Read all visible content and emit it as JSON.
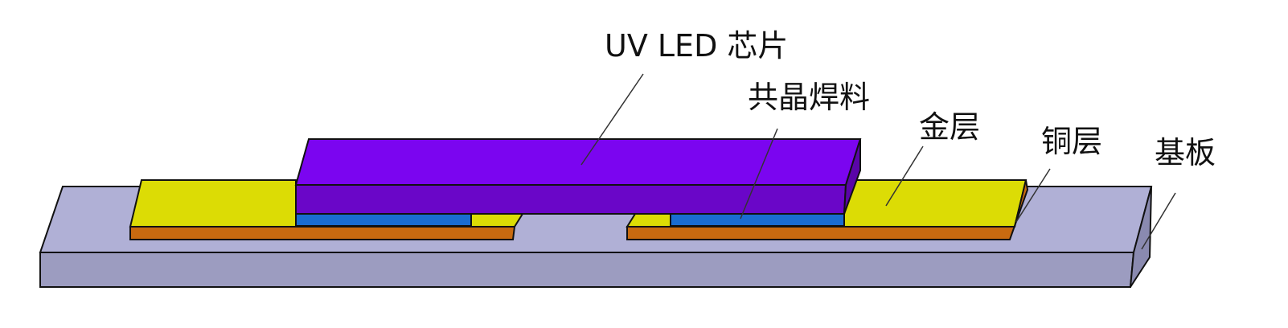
{
  "labels": {
    "chip": "UV LED 芯片",
    "solder": "共晶焊料",
    "gold": "金层",
    "copper": "铜层",
    "substrate": "基板"
  },
  "colors": {
    "chip_top": "#7b05f0",
    "chip_front": "#6a06c8",
    "chip_side": "#5a05a8",
    "solder": "#1a6cd0",
    "gold": "#dcdc05",
    "copper": "#c86a10",
    "substrate_top": "#b0b0d6",
    "substrate_front": "#9c9cc0",
    "substrate_side": "#8a8ab0",
    "outline": "#111111",
    "text": "#111111"
  }
}
